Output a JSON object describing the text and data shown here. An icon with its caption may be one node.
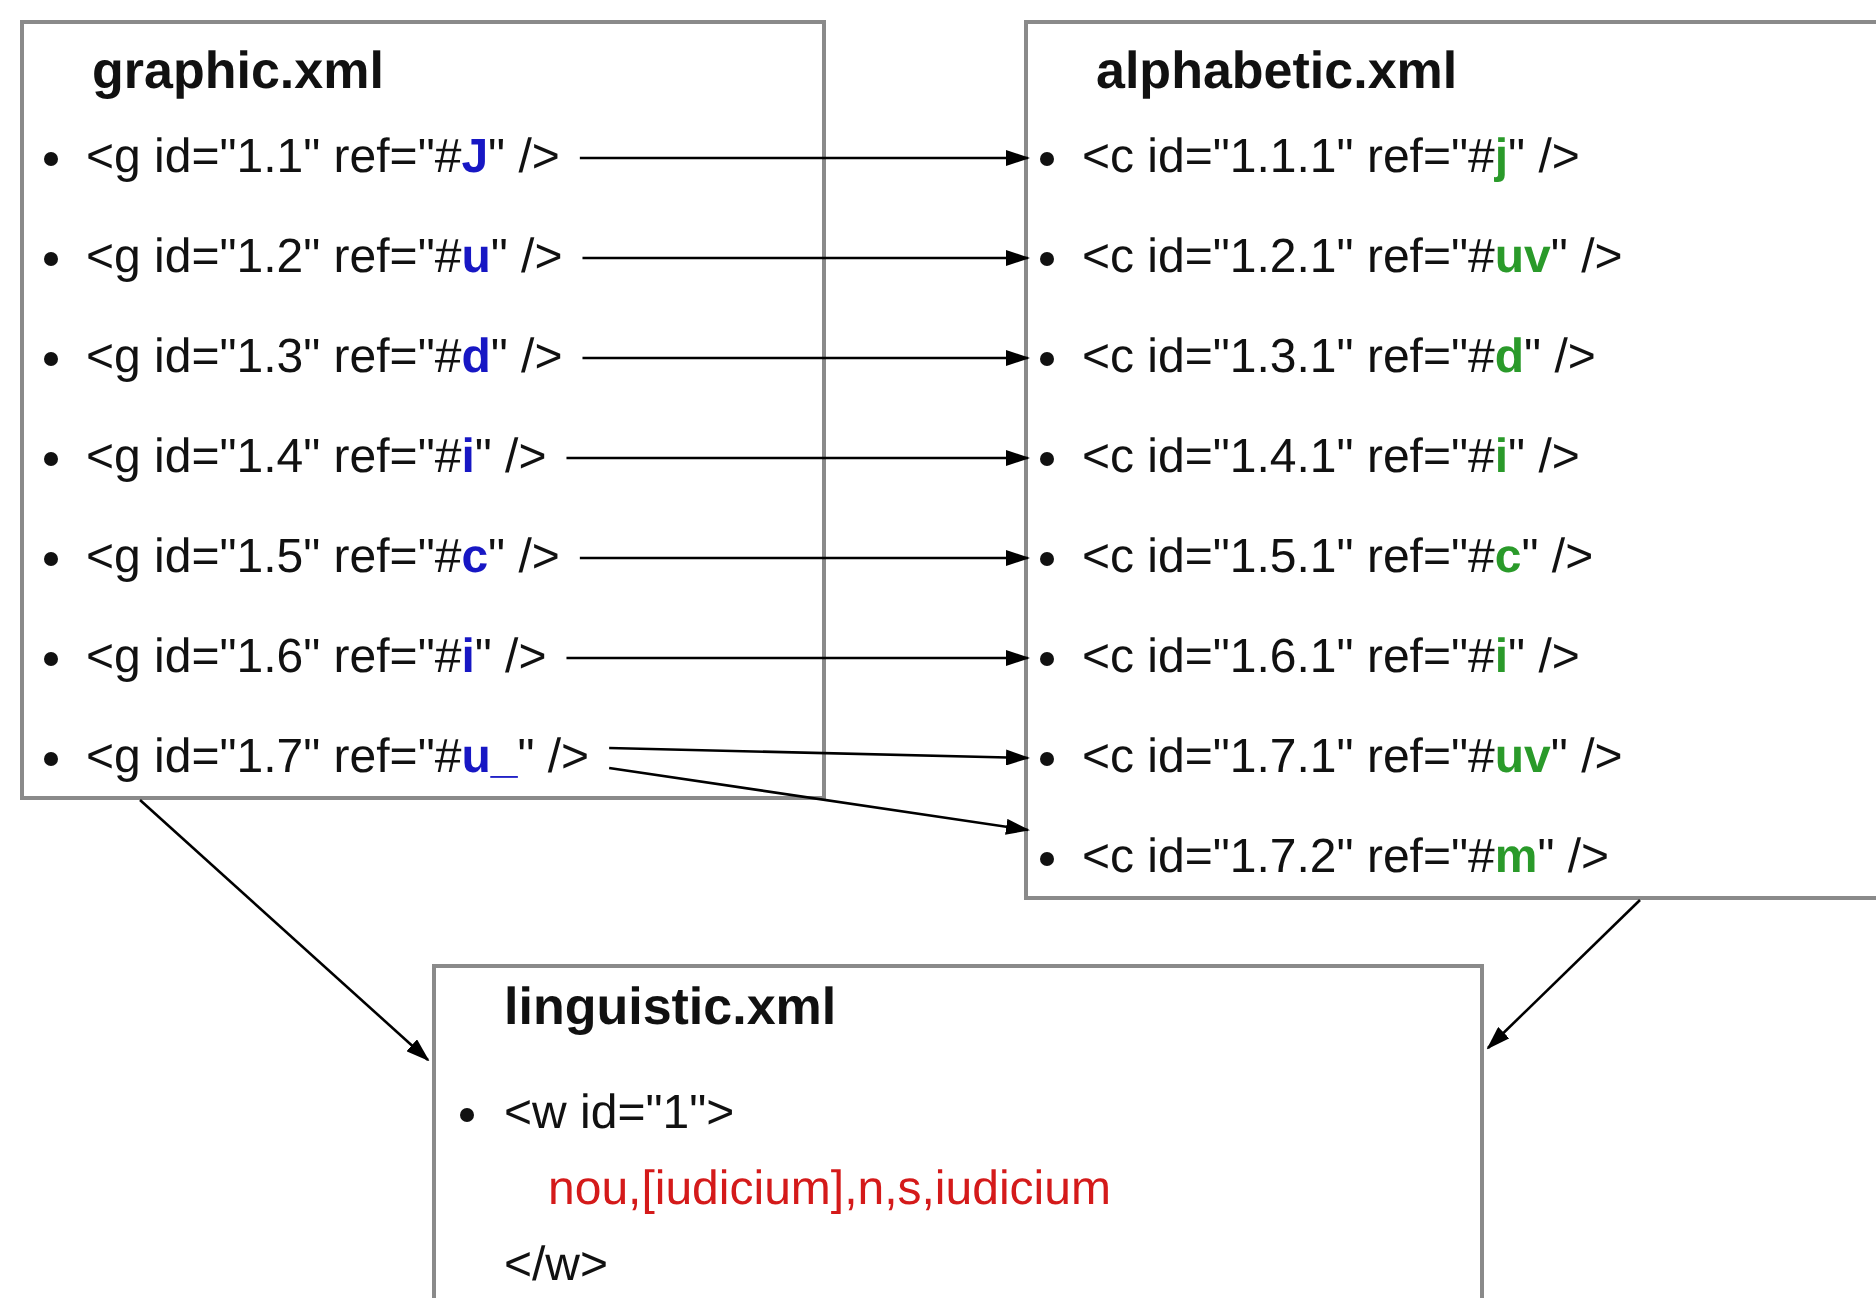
{
  "diagram": {
    "nodes": [
      {
        "text": [
          "graphic.xml"
        ]
      },
      {
        "text": [
          "<g id=\"1.1\" ref=\"#**J**\" />"
        ],
        "in": 0
      },
      {
        "text": [
          "<g id=\"1.2\" ref=\"#**u**\" />"
        ],
        "in": 0
      },
      {
        "text": [
          "<g id=\"1.3\" ref=\"#**d**\" />"
        ],
        "in": 0
      },
      {
        "text": [
          "<g id=\"1.4\" ref=\"#**i**\" />"
        ],
        "in": 0
      },
      {
        "text": [
          "<g id=\"1.5\" ref=\"#**c**\" />"
        ],
        "in": 0
      },
      {
        "text": [
          "<g id=\"1.6\" ref=\"#**i**\" />"
        ],
        "in": 0
      },
      {
        "text": [
          "<g id=\"1.7\" ref=\"#**u_**\" />"
        ],
        "in": 0
      },
      {
        "text": [
          "alphabetic.xml"
        ]
      },
      {
        "text": [
          "<c id=\"1.1.1\" ref=\"#**j**\" />"
        ],
        "in": 8
      },
      {
        "text": [
          "<c id=\"1.2.1\" ref=\"#**uv**\" />"
        ],
        "in": 8
      },
      {
        "text": [
          "<c id=\"1.3.1\" ref=\"#**d**\" />"
        ],
        "in": 8
      },
      {
        "text": [
          "<c id=\"1.4.1\" ref=\"#**i**\" />"
        ],
        "in": 8
      },
      {
        "text": [
          "<c id=\"1.5.1\" ref=\"#**c**\" />"
        ],
        "in": 8
      },
      {
        "text": [
          "<c id=\"1.6.1\" ref=\"#**i**\" />"
        ],
        "in": 8
      },
      {
        "text": [
          "<c id=\"1.7.1\" ref=\"#**uv**\" />"
        ],
        "in": 8
      },
      {
        "text": [
          "<c id=\"1.7.2\" ref=\"#**m**\" />"
        ],
        "in": 8
      },
      {
        "text": [
          "linguistic.xml",
          "<w id=\"1\">",
          "nou,[iudicium],n,s,iudicium",
          "</w>"
        ]
      }
    ],
    "edges": [
      {
        "from": 1,
        "to": 9,
        "arrow": "to"
      },
      {
        "from": 2,
        "to": 10,
        "arrow": "to"
      },
      {
        "from": 3,
        "to": 11,
        "arrow": "to"
      },
      {
        "from": 4,
        "to": 12,
        "arrow": "to"
      },
      {
        "from": 5,
        "to": 13,
        "arrow": "to"
      },
      {
        "from": 6,
        "to": 14,
        "arrow": "to"
      },
      {
        "from": 7,
        "to": 15,
        "arrow": "to"
      },
      {
        "from": 7,
        "to": 16,
        "arrow": "to"
      },
      {
        "from": 0,
        "to": 17,
        "arrow": "to"
      },
      {
        "from": 8,
        "to": 17,
        "arrow": "to"
      }
    ]
  }
}
